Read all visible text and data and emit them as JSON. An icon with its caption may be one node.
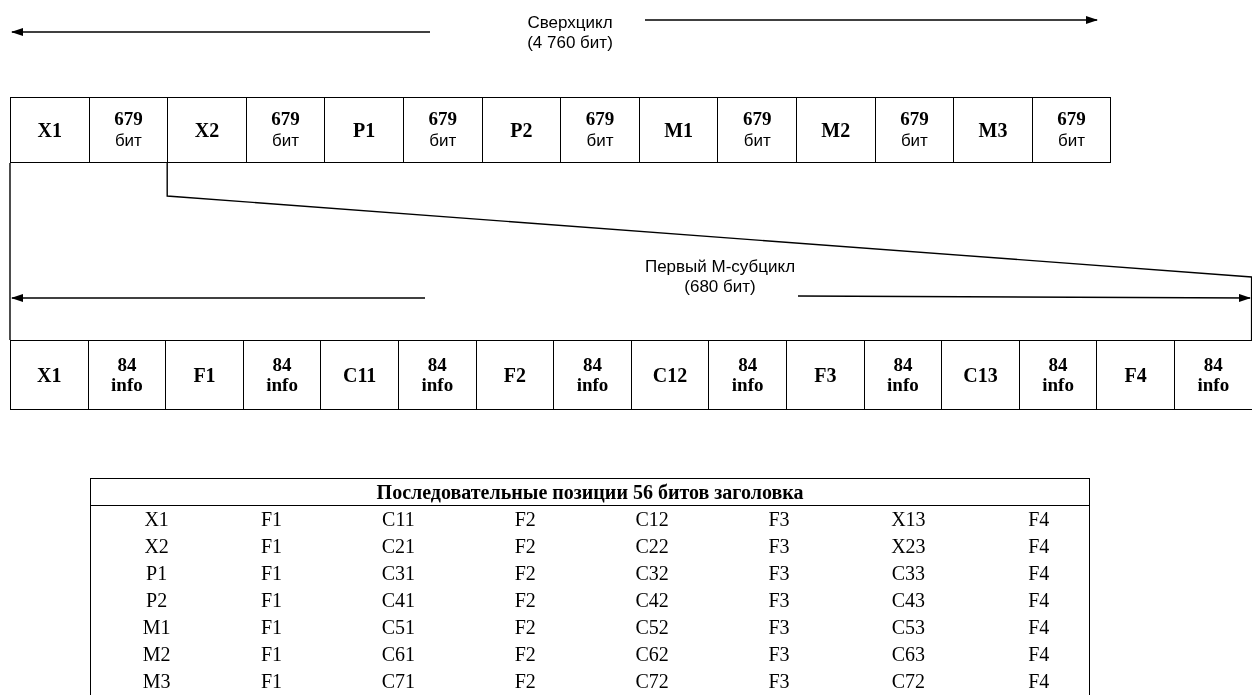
{
  "diagram": {
    "nodes": [
      {
        "text": [
          "X1"
        ]
      },
      {
        "text": [
          "679",
          "бит"
        ]
      },
      {
        "text": [
          "X2"
        ]
      },
      {
        "text": [
          "679",
          "бит"
        ]
      },
      {
        "text": [
          "P1"
        ]
      },
      {
        "text": [
          "679",
          "бит"
        ]
      },
      {
        "text": [
          "P2"
        ]
      },
      {
        "text": [
          "679",
          "бит"
        ]
      },
      {
        "text": [
          "M1"
        ]
      },
      {
        "text": [
          "679",
          "бит"
        ]
      },
      {
        "text": [
          "M2"
        ]
      },
      {
        "text": [
          "679",
          "бит"
        ]
      },
      {
        "text": [
          "M3"
        ]
      },
      {
        "text": [
          "679",
          "бит"
        ]
      },
      {
        "text": [
          "X1"
        ]
      },
      {
        "text": [
          "84 info"
        ]
      },
      {
        "text": [
          "F1"
        ]
      },
      {
        "text": [
          "84 info"
        ]
      },
      {
        "text": [
          "C11"
        ]
      },
      {
        "text": [
          "84 info"
        ]
      },
      {
        "text": [
          "F2"
        ]
      },
      {
        "text": [
          "84 info"
        ]
      },
      {
        "text": [
          "C12"
        ]
      },
      {
        "text": [
          "84 info"
        ]
      },
      {
        "text": [
          "F3"
        ]
      },
      {
        "text": [
          "84 info"
        ]
      },
      {
        "text": [
          "C13"
        ]
      },
      {
        "text": [
          "84 info"
        ]
      },
      {
        "text": [
          "F4"
        ]
      },
      {
        "text": [
          "84 info"
        ]
      }
    ],
    "edges": [
      {
        "from": 0,
        "to": 14,
        "arrow": "none"
      },
      {
        "from": 1,
        "to": 29,
        "arrow": "none"
      }
    ],
    "labels": [
      "Сверхцикл (4 760 бит)",
      "Первый М-субцикл (680 бит)",
      "Последовательные позиции 56 битов заголовка",
      "X1",
      "F1",
      "C11",
      "F2",
      "C12",
      "F3",
      "X13",
      "F4",
      "X2",
      "F1",
      "C21",
      "F2",
      "C22",
      "F3",
      "X23",
      "F4",
      "P1",
      "F1",
      "C31",
      "F2",
      "C32",
      "F3",
      "C33",
      "F4",
      "P2",
      "F1",
      "C41",
      "F2",
      "C42",
      "F3",
      "C43",
      "F4",
      "M1",
      "F1",
      "C51",
      "F2",
      "C52",
      "F3",
      "C53",
      "F4",
      "M2",
      "F1",
      "C61",
      "F2",
      "C62",
      "F3",
      "C63",
      "F4",
      "M3",
      "F1",
      "C71",
      "F2",
      "C72",
      "F3",
      "C72",
      "F4"
    ]
  }
}
